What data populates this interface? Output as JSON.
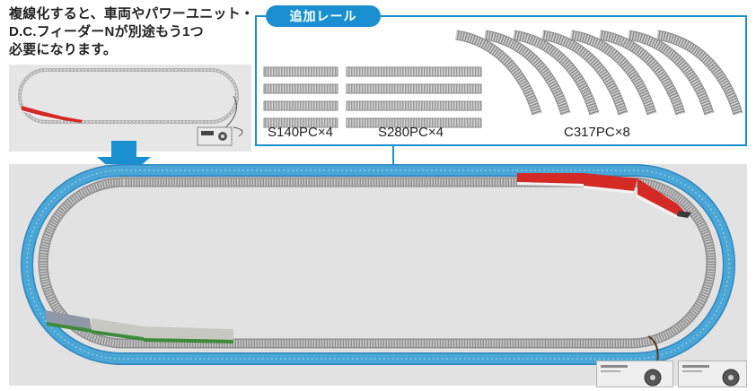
{
  "note": {
    "lines": [
      "複線化すると、車両やパワーユニット・",
      "D.C.フィーダーNが別途もう1つ",
      "必要になります。"
    ]
  },
  "additional_rail": {
    "title": "追加レール",
    "items": [
      {
        "label": "S140PC×4"
      },
      {
        "label": "S280PC×4"
      },
      {
        "label": "C317PC×8"
      }
    ]
  },
  "colors": {
    "accent_blue": "#1a8fd0",
    "track_blue": "#4aa6d6",
    "track_gray": "#a9a9a9",
    "train_red": "#d42a25",
    "background_gray": "#e2e2e2"
  }
}
